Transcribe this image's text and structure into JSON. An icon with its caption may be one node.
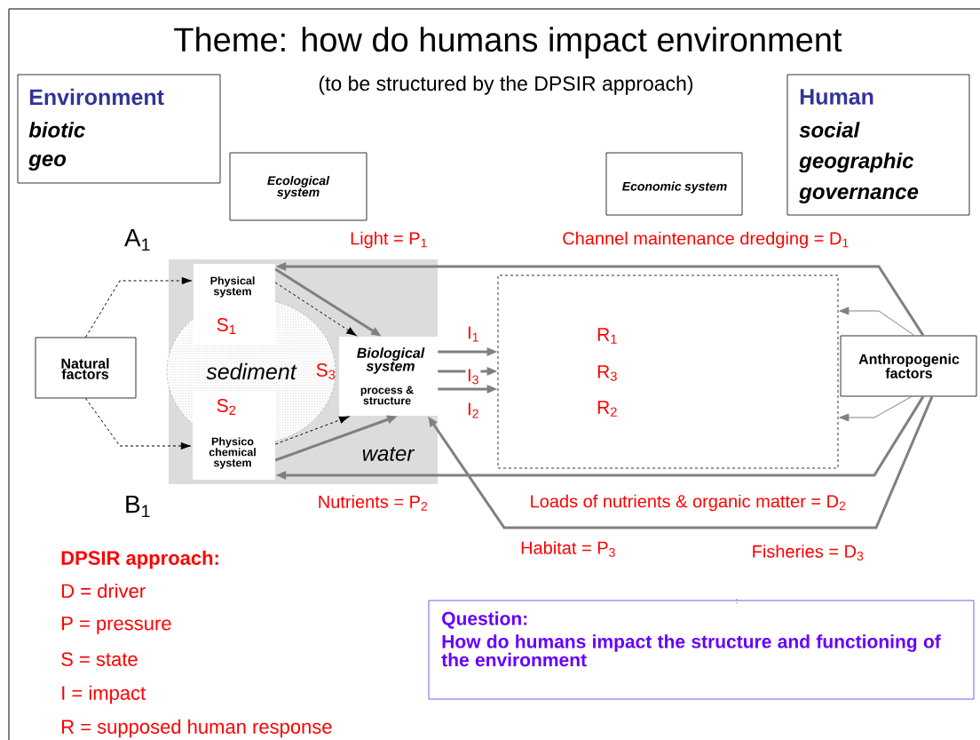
{
  "diagram": {
    "title": "Theme: how do humans impact environment",
    "nodes": [
      {
        "text": [
          "Environment",
          "biotic",
          "geo"
        ]
      },
      {
        "text": [
          "Human",
          "social",
          "geographic",
          "governance"
        ]
      },
      {
        "text": [
          "Ecological system"
        ]
      },
      {
        "text": [
          "Economic system"
        ]
      },
      {
        "text": [
          "Natural factors"
        ]
      },
      {
        "text": [
          "water"
        ]
      },
      {
        "text": [
          "sediment"
        ],
        "in": 5
      },
      {
        "text": [
          "Physical system",
          "S$_{1}$"
        ],
        "in": 5
      },
      {
        "text": [
          "S$_{2}$",
          "Physico chemical system"
        ],
        "in": 5
      },
      {
        "text": [
          "Biological system",
          "process & structure"
        ],
        "beside": [
          "S$_{3}$"
        ],
        "in": 5
      },
      {
        "text": [
          "R$_{1}$",
          "R$_{3}$",
          "R$_{2}$"
        ]
      },
      {
        "text": [
          "Anthropogenic factors"
        ]
      },
      {
        "text": [
          "Question:",
          "How do humans impact the structure and functioning of the environment"
        ]
      }
    ],
    "edges": [
      {
        "from": 4,
        "to": 7,
        "arrow": "to",
        "style": "dashed",
        "color": "#000000"
      },
      {
        "from": 4,
        "to": 8,
        "arrow": "to",
        "style": "dashed",
        "color": "#000000"
      },
      {
        "from": 7,
        "to": 9,
        "arrow": "to",
        "style": "dashed",
        "color": "#000000"
      },
      {
        "from": 8,
        "to": 9,
        "arrow": "to",
        "style": "dashed",
        "color": "#000000"
      },
      {
        "from": 7,
        "to": 9,
        "arrow": "to"
      },
      {
        "from": 8,
        "to": 9,
        "arrow": "to",
        "label": "Nutrients = P$_{2}$"
      },
      {
        "from": 11,
        "to": 7,
        "arrow": "to",
        "label": "Channel maintenance dredging = D$_{1}$"
      },
      {
        "from": 11,
        "to": 8,
        "arrow": "to",
        "label": "Loads of nutrients & organic matter = D$_{2}$"
      },
      {
        "from": 11,
        "to": 9,
        "arrow": "to",
        "label": "Fisheries = D$_{3}$"
      },
      {
        "from": 9,
        "to": 10,
        "arrow": "to",
        "label": "I$_{1}$"
      },
      {
        "from": 9,
        "to": 10,
        "arrow": "to",
        "label": "I$_{3}$"
      },
      {
        "from": 9,
        "to": 10,
        "arrow": "to",
        "label": "I$_{2}$"
      },
      {
        "from": 11,
        "to": 10,
        "arrow": "to"
      },
      {
        "from": 11,
        "to": 10,
        "arrow": "to"
      }
    ],
    "labels": [
      "(to be structured by the DPSIR approach)",
      "Light = P$_{1}$",
      "A$_{1}$",
      "B$_{1}$",
      "Habitat = P$_{3}$",
      ":",
      "DPSIR approach:",
      "D = driver",
      "P = pressure",
      "S = state",
      "I = impact",
      "R = supposed human response"
    ]
  }
}
